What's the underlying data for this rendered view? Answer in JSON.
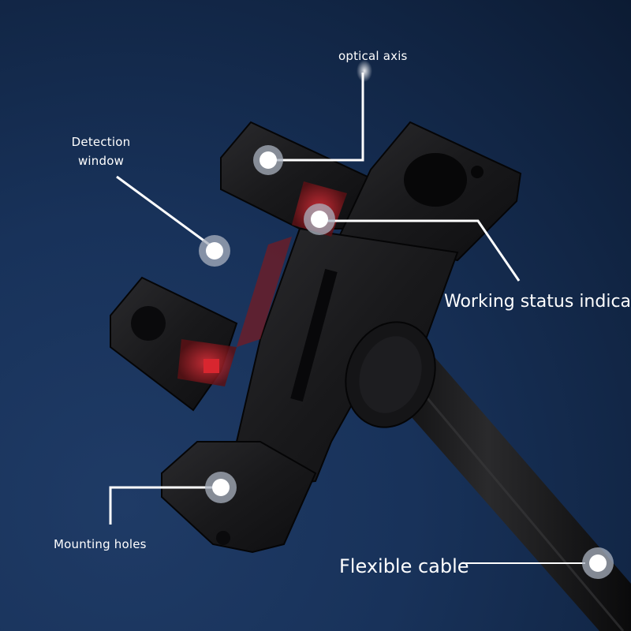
{
  "callouts": {
    "optical_axis": "optical axis",
    "detection_window_line1": "Detection",
    "detection_window_line2": "window",
    "working_status_indicator": "Working status indicator",
    "mounting_holes": "Mounting holes",
    "flexible_cable": "Flexible cable"
  },
  "colors": {
    "background": "#15305a",
    "callout_line": "#ffffff",
    "sensor_body": "#1c1c1e",
    "indicator_red": "#c0222a",
    "marker_ring": "#a9b2bf"
  }
}
